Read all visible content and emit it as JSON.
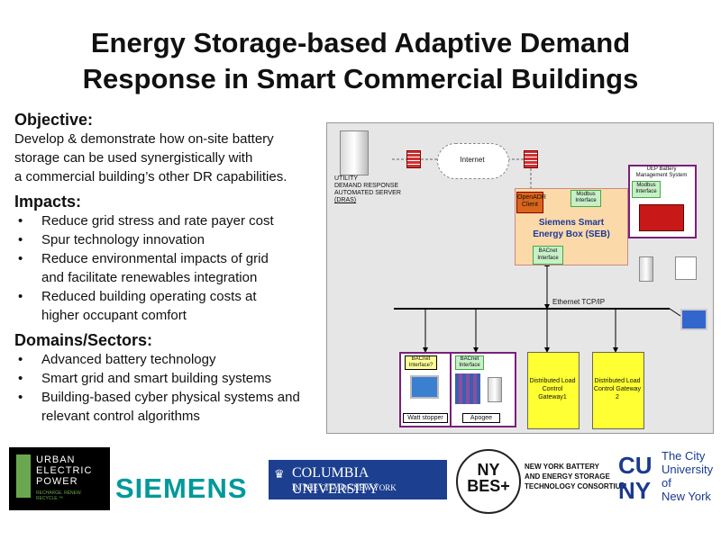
{
  "title": {
    "line1": "Energy Storage-based Adaptive Demand",
    "line2": "Response in Smart Commercial Buildings"
  },
  "objective": {
    "heading": "Objective:",
    "text": [
      "Develop & demonstrate how on-site battery",
      "storage can be used synergistically with",
      "a commercial building’s other DR capabilities."
    ]
  },
  "impacts": {
    "heading": "Impacts:",
    "items": [
      [
        "Reduce grid stress and rate payer cost"
      ],
      [
        "Spur technology innovation"
      ],
      [
        "Reduce environmental impacts of grid",
        "and facilitate renewables integration"
      ],
      [
        "Reduced building operating costs at",
        "higher occupant comfort"
      ]
    ]
  },
  "domains": {
    "heading": "Domains/Sectors:",
    "items": [
      [
        "Advanced battery technology"
      ],
      [
        "Smart grid and smart building systems"
      ],
      [
        "Building-based cyber physical systems and",
        "relevant control algorithms"
      ]
    ]
  },
  "diagram": {
    "utility": [
      "UTILITY",
      "DEMAND RESPONSE",
      "AUTOMATED SERVER",
      "(DRAS)"
    ],
    "internet": "Internet",
    "openadr": "OpenADR Client",
    "modbus1": "Modbus Interface",
    "seb": [
      "Siemens Smart",
      "Energy Box (SEB)"
    ],
    "bacnet_seb": "BACnet Interface",
    "uep": [
      "UEP Battery",
      "Management System"
    ],
    "modbus2": "Modbus Interface",
    "ethernet": "Ethernet TCP/IP",
    "bacnet_q": "BACnet Interface?",
    "watt": "Watt stopper",
    "bacnet2": "BACnet Interface",
    "apogee": "Apogee",
    "gw1": [
      "Distributed Load",
      "Control Gateway1"
    ],
    "gw2": [
      "Distributed Load",
      "Control Gateway 2"
    ]
  },
  "logos": {
    "uep": [
      "URBAN",
      "ELECTRIC",
      "POWER",
      "RECHARGE. RENEW. RECYCLE.™"
    ],
    "siemens": "SIEMENS",
    "columbia": [
      "COLUMBIA UNIVERSITY",
      "IN THE CITY OF NEW YORK"
    ],
    "nybest_mark": [
      "NY",
      "BES+"
    ],
    "nybest_text": [
      "NEW YORK BATTERY",
      "AND ENERGY STORAGE",
      "TECHNOLOGY CONSORTIUM"
    ],
    "cuny_mark": [
      "CU",
      "NY"
    ],
    "cuny_text": [
      "The City",
      "University",
      "of",
      "New York"
    ]
  },
  "colors": {
    "seb_fill": "#fcd9a8",
    "gateway_fill": "#ffff33",
    "purple_border": "#7a1f7a",
    "columbia_blue": "#1d3f8f",
    "siemens_teal": "#009999",
    "cuny_blue": "#1a3a8f"
  }
}
